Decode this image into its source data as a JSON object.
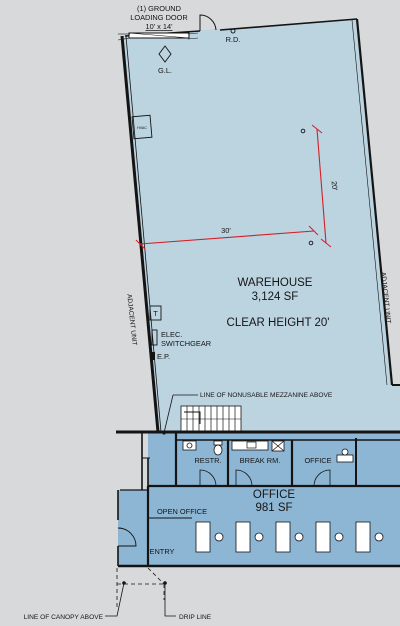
{
  "labels": {
    "loading_door_line1": "(1) GROUND",
    "loading_door_line2": "LOADING DOOR",
    "loading_door_size": "10' x 14'",
    "roof_drain": "R.D.",
    "grade_level": "G.L.",
    "hvac": "HVAC",
    "adjacent_unit_left": "ADJACENT UNIT",
    "adjacent_unit_right": "ADJACENT UNIT",
    "transformer": "T",
    "elec_switchgear_line1": "ELEC.",
    "elec_switchgear_line2": "SWITCHGEAR",
    "electrical_panel": "E.P.",
    "mezzanine_note": "LINE OF NONUSABLE MEZZANINE ABOVE",
    "restroom": "RESTR.",
    "break_room": "BREAK RM.",
    "office_small": "OFFICE",
    "open_office": "OPEN OFFICE",
    "entry": "ENTRY",
    "canopy_note": "LINE OF CANOPY ABOVE",
    "drip_line": "DRIP LINE"
  },
  "warehouse": {
    "name": "WAREHOUSE",
    "area": "3,124 SF",
    "clear_height": "CLEAR HEIGHT 20'"
  },
  "office": {
    "name": "OFFICE",
    "area": "981 SF"
  },
  "dimensions": {
    "column_spacing_horizontal": "30'",
    "column_spacing_vertical": "20'"
  },
  "colors": {
    "warehouse_fill": "#bcd3e0",
    "office_fill": "#8db6d4",
    "wall": "#141414",
    "dimension_line": "#d21f26",
    "background": "#d7d9db"
  }
}
